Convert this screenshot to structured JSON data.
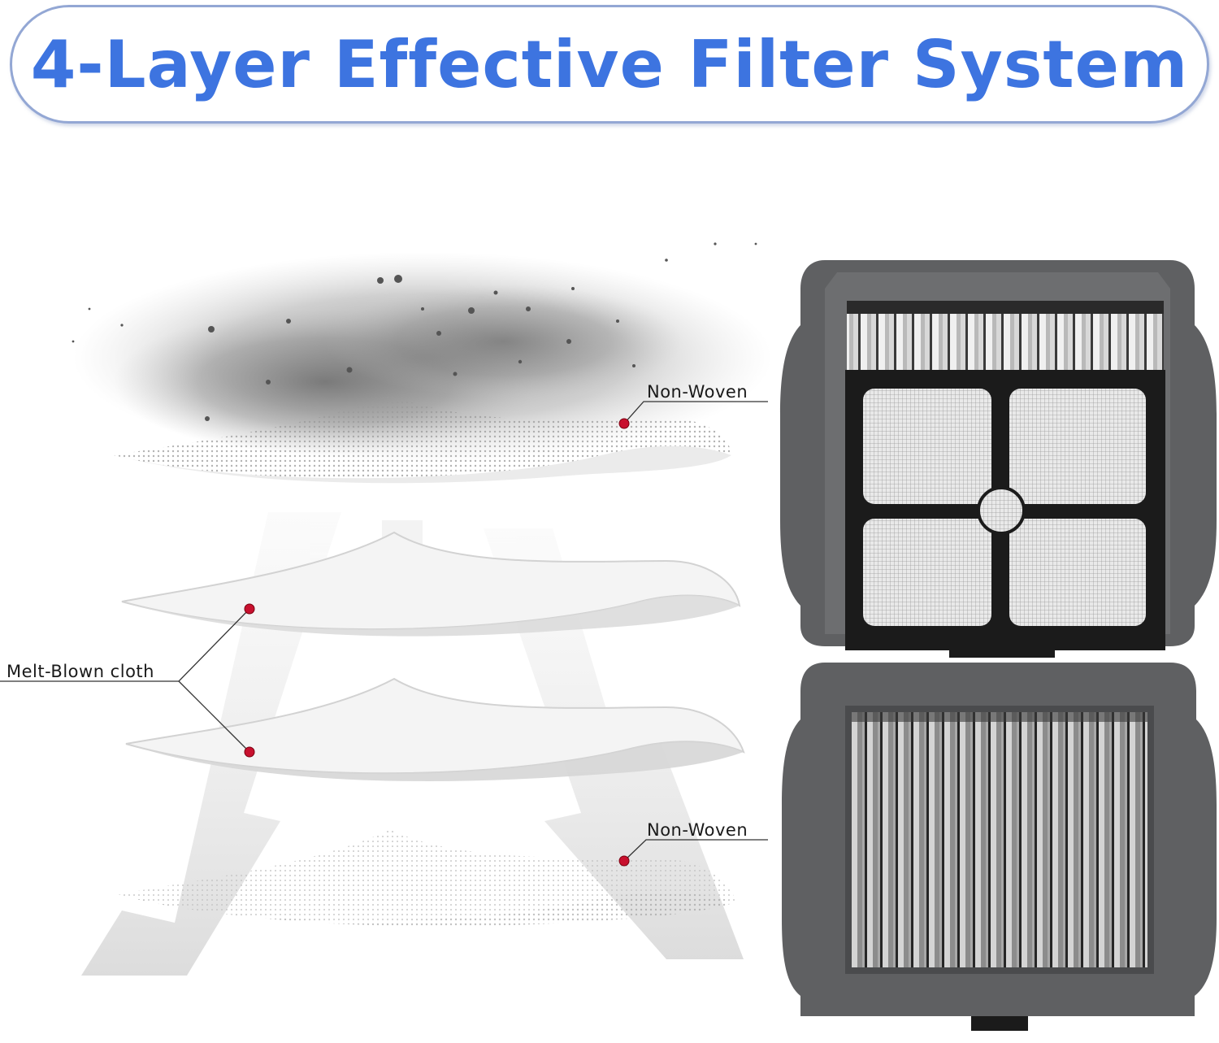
{
  "title": "4-Layer Effective Filter System",
  "layers": {
    "top_non_woven": "Non-Woven",
    "melt_blown": "Melt-Blown cloth",
    "bottom_non_woven": "Non-Woven"
  },
  "colors": {
    "title_text": "#3d74e0",
    "banner_border": "#93a7d4",
    "marker_dot": "#c8102e",
    "filter_frame": "#5f6062"
  }
}
